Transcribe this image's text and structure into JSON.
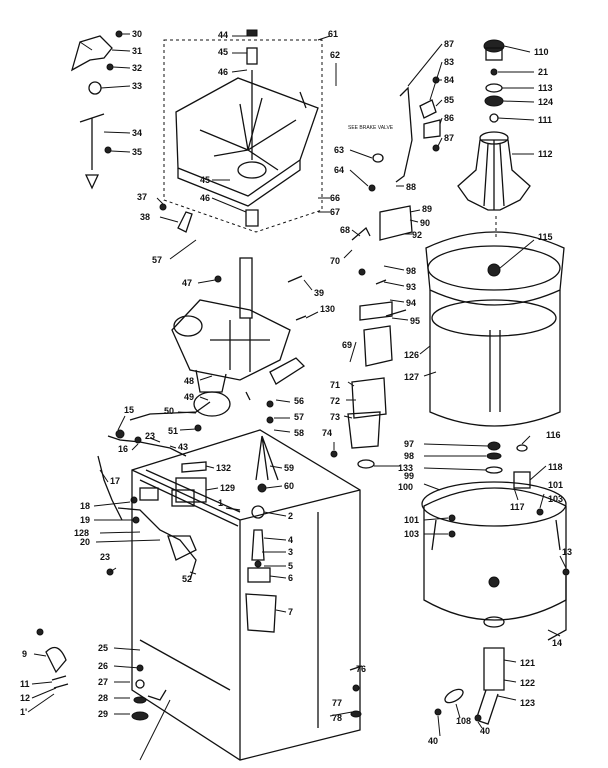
{
  "labels": {
    "l30": "30",
    "l31": "31",
    "l32": "32",
    "l33": "33",
    "l34": "34",
    "l35": "35",
    "l37": "37",
    "l38": "38",
    "l57a": "57",
    "l44": "44",
    "l45a": "45",
    "l46a": "46",
    "l61": "61",
    "l62": "62",
    "l45b": "45",
    "l46b": "46",
    "l66": "66",
    "l67": "67",
    "l47": "47",
    "l39a": "39",
    "l130": "130",
    "l48": "48",
    "l49": "49",
    "l56": "56",
    "l57b": "57",
    "l58": "58",
    "l15": "15",
    "l50": "50",
    "l23a": "23",
    "l16": "16",
    "l43": "43",
    "l51": "51",
    "l17": "17",
    "l18": "18",
    "l19": "19",
    "l128": "128",
    "l20": "20",
    "l23b": "23",
    "l52": "52",
    "l132": "132",
    "l129": "129",
    "l59": "59",
    "l60": "60",
    "l1": "1",
    "l2": "2",
    "l4": "4",
    "l3": "3",
    "l5": "5",
    "l6": "6",
    "l7": "7",
    "l9": "9",
    "l11": "11",
    "l12": "12",
    "l1b": "1'",
    "l25": "25",
    "l26": "26",
    "l27": "27",
    "l28": "28",
    "l29": "29",
    "l76": "76",
    "l77": "77",
    "l78": "78",
    "l87": "87",
    "l83": "83",
    "l84": "84",
    "l85": "85",
    "l86": "86",
    "l87b": "87",
    "l63": "63",
    "l64": "64",
    "l88": "88",
    "l89": "89",
    "l90": "90",
    "l68": "68",
    "l70": "70",
    "l92": "92",
    "l98": "98",
    "l93": "93",
    "l94": "94",
    "l95": "95",
    "l69": "69",
    "l126": "126",
    "l127": "127",
    "l71": "71",
    "l72": "72",
    "l73": "73",
    "l74": "74",
    "l97": "97",
    "l98b": "98",
    "l133": "133",
    "l99": "99",
    "l100": "100",
    "l116": "116",
    "l118": "118",
    "l101a": "101",
    "l103a": "103",
    "l117": "117",
    "l101b": "101",
    "l103b": "103",
    "l13": "13",
    "l14": "14",
    "l121": "121",
    "l122": "122",
    "l123": "123",
    "l108": "108",
    "l40a": "40",
    "l40b": "40",
    "l110": "110",
    "l21": "21",
    "l113": "113",
    "l124": "124",
    "l111": "111",
    "l112": "112",
    "l115": "115"
  },
  "notes": {
    "small_print": "SEE BRAKE VALVE"
  }
}
